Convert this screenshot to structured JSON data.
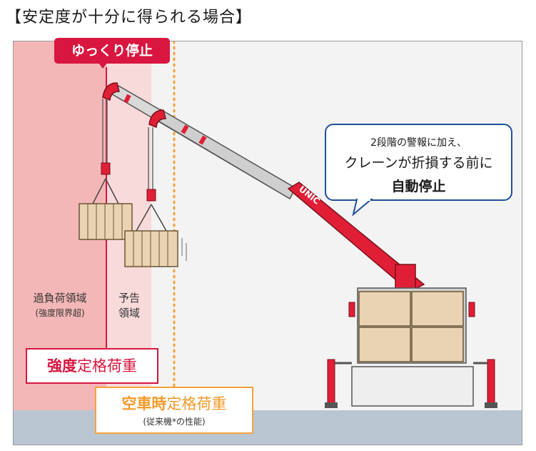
{
  "title": "【安定度が十分に得られる場合】",
  "stop_badge": "ゆっくり停止",
  "callout": {
    "line1": "2段階の警報に加え、",
    "line2": "クレーンが折損する前に",
    "line3": "自動停止"
  },
  "overload_zone": {
    "line1": "過負荷領域",
    "line2": "(強度限界超)"
  },
  "warning_zone": {
    "line1": "予告",
    "line2": "領域"
  },
  "strength_rated": {
    "emph": "強度",
    "rest": "定格荷重"
  },
  "empty_rated": {
    "emph": "空車時",
    "rest": "定格荷重",
    "sub": "(従来機*の性能)"
  },
  "boom_logo": "UNIC",
  "colors": {
    "accent_red": "#d8163f",
    "overload_zone": "#f4b7b7",
    "warning_zone": "#f9dada",
    "empty_line": "#f5a23c",
    "callout_border": "#1f4e9c",
    "ground": "#b9c6d2"
  }
}
